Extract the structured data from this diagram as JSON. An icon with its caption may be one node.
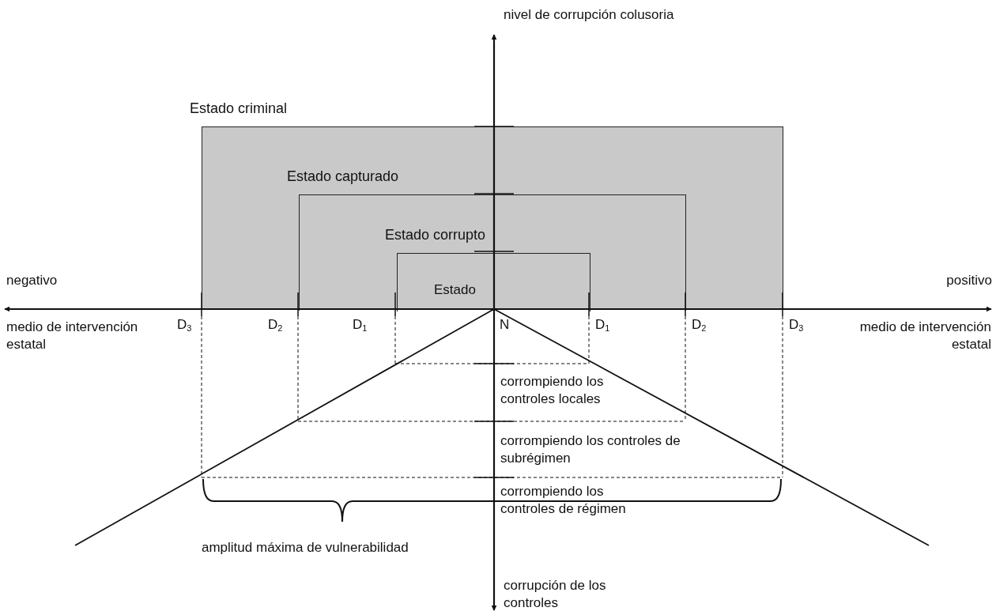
{
  "diagram": {
    "nodes": [
      {
        "text": [
          "Estado criminal"
        ]
      },
      {
        "text": [
          "Estado capturado"
        ],
        "in": 0
      },
      {
        "text": [
          "Estado corrupto"
        ],
        "in": 1
      }
    ],
    "labels": [
      "nivel de corrupción colusoria",
      "negativo",
      "positivo",
      "Estado",
      "medio de intervención estatal",
      "D$_{3}$",
      "D$_{2}$",
      "D$_{1}$",
      "N",
      "D$_{1}$",
      "D$_{2}$",
      "D$_{3}$",
      "medio de intervención estatal",
      "corrompiendo los controles locales",
      "corrompiendo los controles de subrégimen",
      "corrompiendo los controles de régimen",
      "amplitud máxima de vulnerabilidad",
      "corrupción de los controles"
    ]
  }
}
